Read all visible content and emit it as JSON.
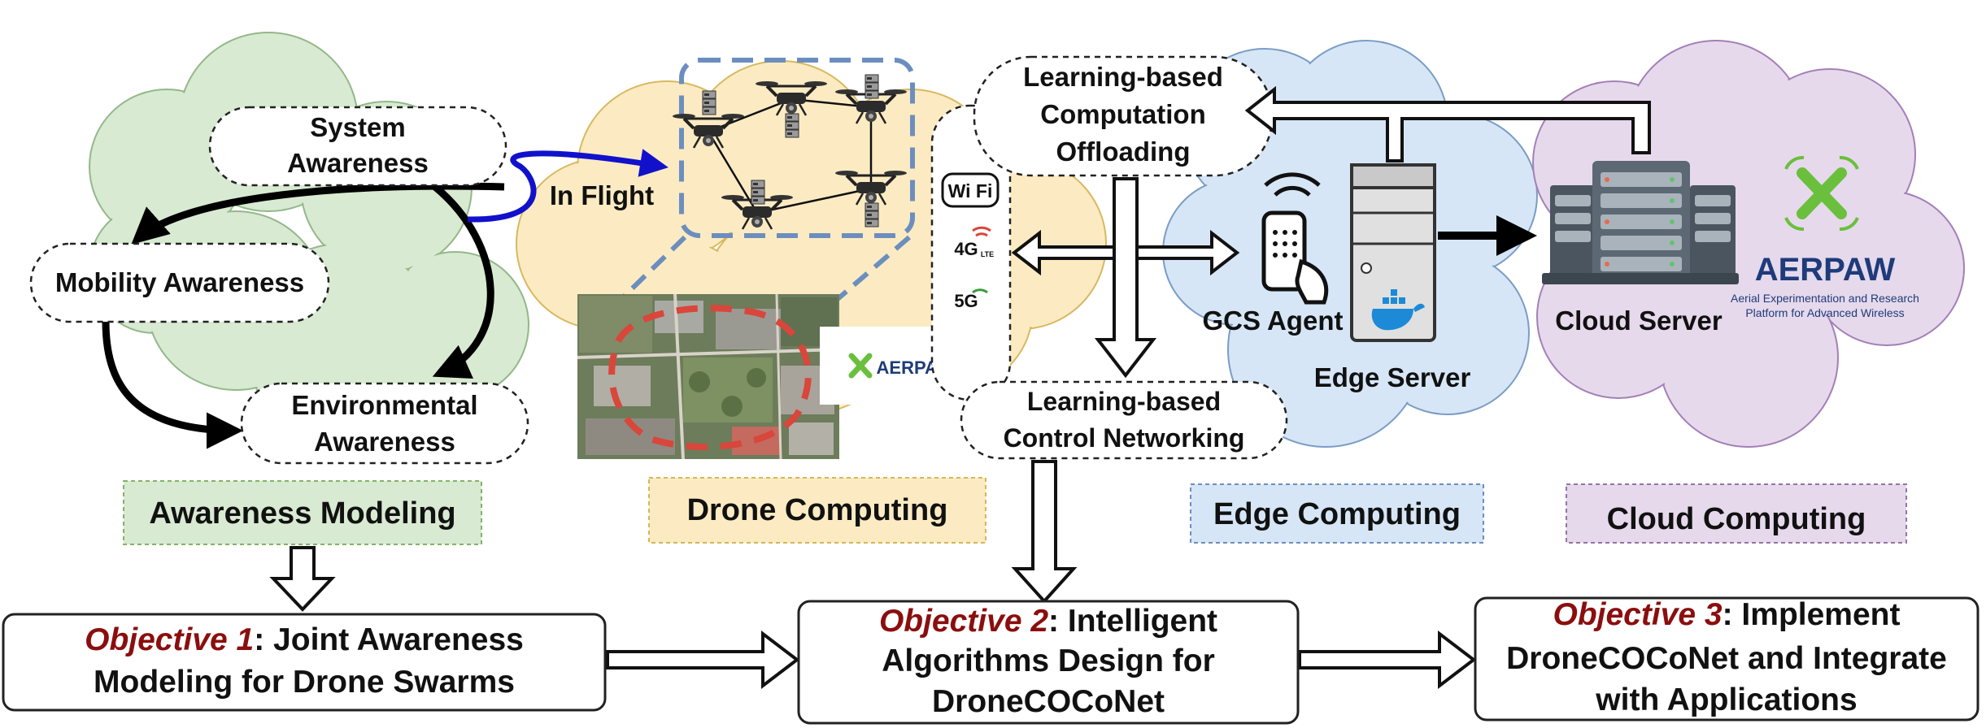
{
  "colors": {
    "green_cloud": "#d8ead2",
    "yellow_cloud": "#fcebc2",
    "blue_cloud": "#d6e6f6",
    "purple_cloud": "#e6d9ec",
    "objective_red": "#8b0e0e",
    "flight_arrow": "#1111cc",
    "drone_box": "#6c8ebf"
  },
  "awareness": {
    "system": [
      "System",
      "Awareness"
    ],
    "mobility": "Mobility Awareness",
    "environmental": [
      "Environmental",
      "Awareness"
    ]
  },
  "drone": {
    "in_flight": "In Flight",
    "aerpaw_logo": "AERPAW",
    "net_badges": [
      "Wi Fi",
      "4G",
      "5G"
    ],
    "lte_tag": "LTE"
  },
  "learning": {
    "offloading": [
      "Learning-based",
      "Computation",
      "Offloading"
    ],
    "control": [
      "Learning-based",
      "Control Networking"
    ]
  },
  "edge": {
    "gcs_agent": "GCS Agent",
    "edge_server": "Edge Server"
  },
  "cloud": {
    "cloud_server": "Cloud Server",
    "aerpaw": "AERPAW",
    "aerpaw_tagline": [
      "Aerial Experimentation and Research",
      "Platform for Advanced Wireless"
    ]
  },
  "domains": {
    "awareness": "Awareness Modeling",
    "drone": "Drone Computing",
    "edge": "Edge Computing",
    "cloud": "Cloud Computing"
  },
  "objectives": [
    {
      "label": "Objective 1",
      "text_first": ": Joint Awareness",
      "rest": [
        "Modeling for Drone Swarms"
      ]
    },
    {
      "label": "Objective 2",
      "text_first": ": Intelligent",
      "rest": [
        "Algorithms Design for",
        "DroneCOCoNet"
      ]
    },
    {
      "label": "Objective 3",
      "text_first": ": Implement",
      "rest": [
        "DroneCOCoNet and Integrate",
        "with Applications"
      ]
    }
  ]
}
